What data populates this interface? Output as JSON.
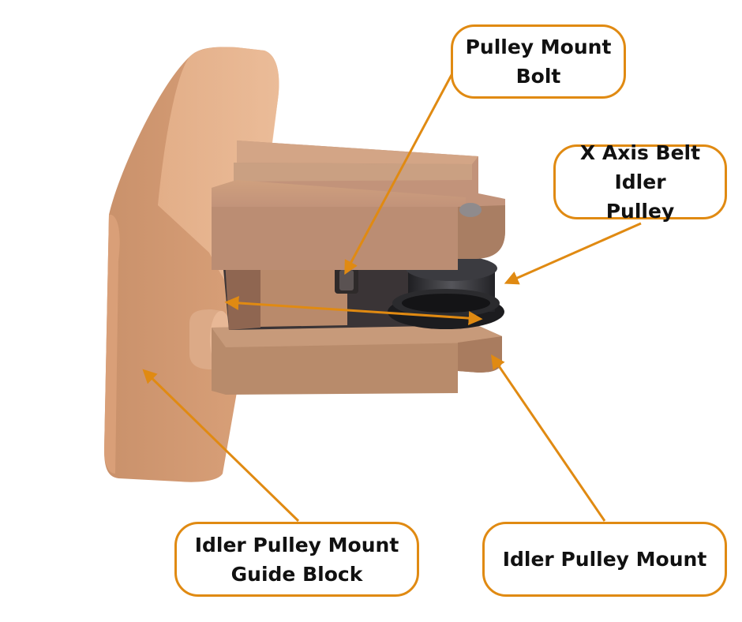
{
  "colors": {
    "accent": "#e08a12",
    "part_main": "#e7b28e",
    "part_dark": "#b98d6c",
    "bearing": "#2b2b2d"
  },
  "callouts": {
    "pulley_mount_bolt": {
      "line1": "Pulley Mount",
      "line2": "Bolt"
    },
    "x_axis_belt_idler_pulley": {
      "line1": "X Axis Belt Idler",
      "line2": "Pulley"
    },
    "idler_pulley_mount_guide_block": {
      "line1": "Idler Pulley Mount",
      "line2": "Guide Block"
    },
    "idler_pulley_mount": {
      "line1": "Idler Pulley Mount"
    }
  }
}
